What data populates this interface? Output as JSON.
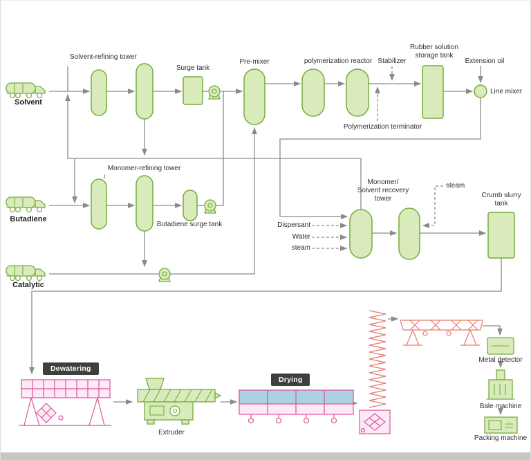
{
  "palette": {
    "green_stroke": "#76ab3f",
    "green_fill": "#d9ebba",
    "pink_stroke": "#e0519c",
    "pink_fill": "#fcebf4",
    "salmon_stroke": "#e57a6d",
    "blue_fill": "#aad2e2",
    "line_gray": "#8a8a8a",
    "label_box_bg": "#3f3f3f",
    "label_box_text": "#ffffff",
    "text_color": "#2e2e2e",
    "frame_gray": "#c6c6c6"
  },
  "trucks": {
    "solvent": {
      "label": "Solvent"
    },
    "butadiene": {
      "label": "Butadiene"
    },
    "catalytic": {
      "label": "Catalytic"
    }
  },
  "process": {
    "solvent_refining_tower": "Solvent-refining tower",
    "surge_tank": "Surge tank",
    "pre_mixer": "Pre-mixer",
    "polymerization_reactor": "polymerization reactor",
    "stabilizer": "Stabilizer",
    "rubber_solution_storage_tank": "Rubber solution\nstorage tank",
    "extension_oil": "Extension oil",
    "line_mixer": "Line mixer",
    "polymerization_terminator": "Polymerization terminator",
    "monomer_refining_tower": "Monomer-refining tower",
    "butadiene_surge_tank": "Butadiene surge tank",
    "recovery_tower": "Monomer/\nSolvent recovery\ntower",
    "dispersant": "Dispersant",
    "water": "Water",
    "steam_left": "steam",
    "steam_right": "steam",
    "crumb_slurry_tank": "Crumb slurry\ntank"
  },
  "finishing": {
    "dewatering": "Dewatering",
    "extruder": "Extruder",
    "drying": "Drying",
    "metal_detector": "Metal detector",
    "bale_machine": "Bale machine",
    "packing_machine": "Packing machine"
  }
}
